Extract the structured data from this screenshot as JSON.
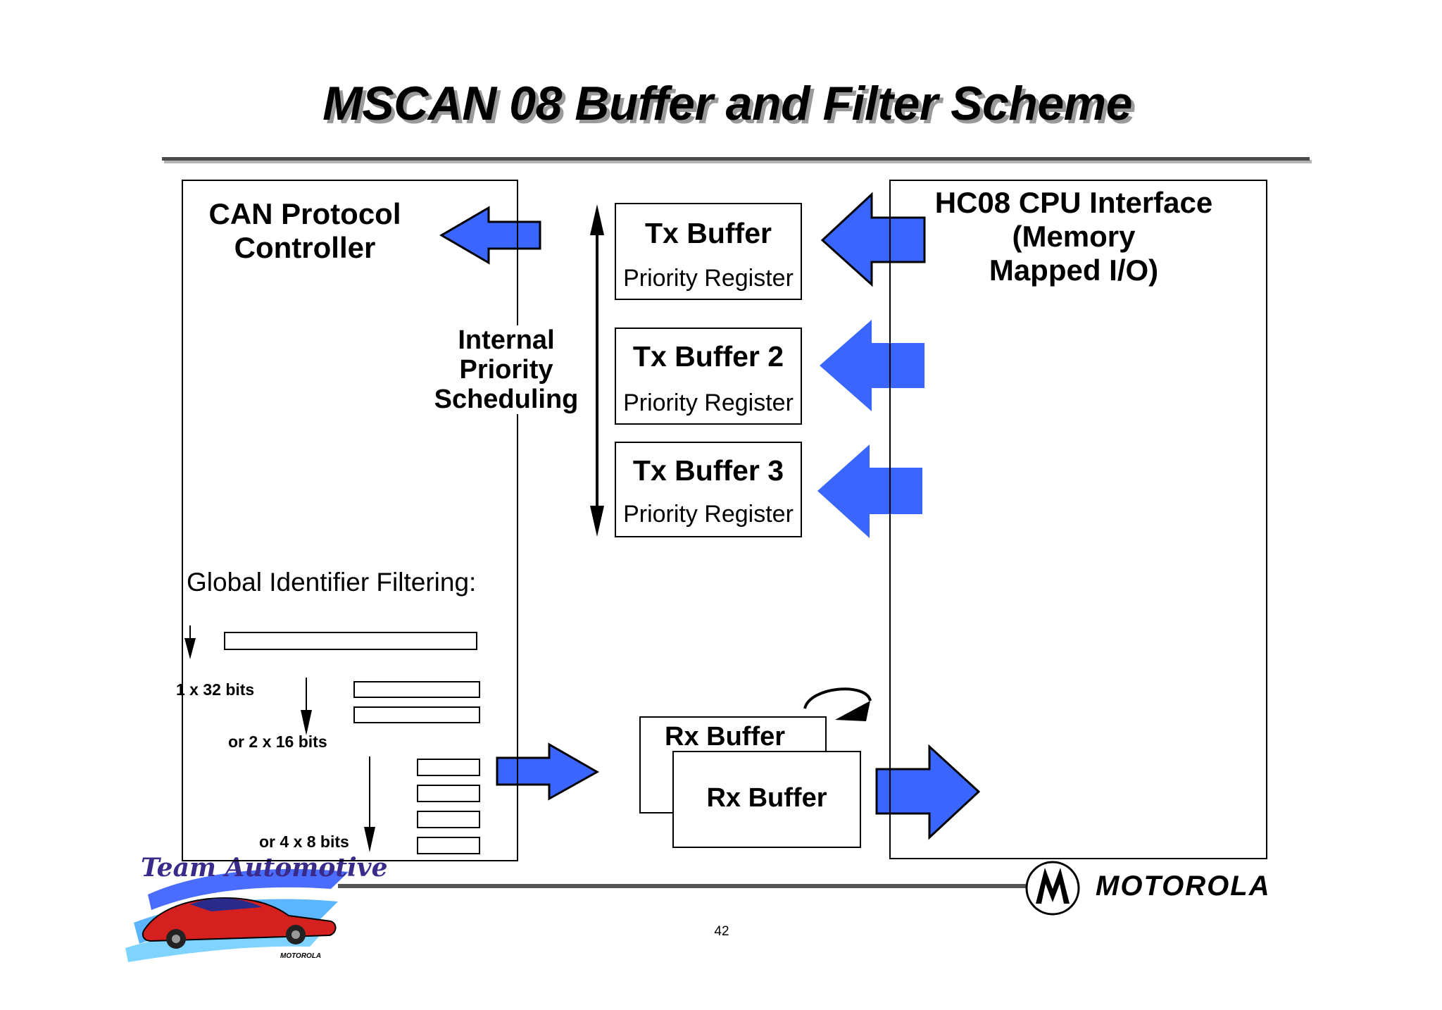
{
  "slide": {
    "title": "MSCAN 08 Buffer and Filter Scheme",
    "page_number": "42"
  },
  "can_controller": {
    "title_line1": "CAN Protocol",
    "title_line2": "Controller",
    "filter_heading": "Global Identifier Filtering:",
    "filter_modes": [
      "1 x 32 bits",
      "or  2 x 16  bits",
      "or  4 x 8  bits"
    ]
  },
  "scheduling": {
    "line1": "Internal",
    "line2": "Priority",
    "line3": "Scheduling"
  },
  "tx_buffers": [
    {
      "name": "Tx Buffer",
      "register": "Priority Register"
    },
    {
      "name": "Tx Buffer 2",
      "register": "Priority Register"
    },
    {
      "name": "Tx Buffer 3",
      "register": "Priority Register"
    }
  ],
  "rx_buffers": [
    "Rx Buffer",
    "Rx Buffer"
  ],
  "cpu_interface": {
    "line1": "HC08 CPU Interface",
    "line2": "(Memory",
    "line3": "Mapped I/O)"
  },
  "branding": {
    "company": "MOTOROLA",
    "team_logo_text": "Team Automotive",
    "team_logo_sub": "MOTOROLA"
  },
  "colors": {
    "arrow_fill": "#3a66ff",
    "arrow_stroke": "#000000",
    "rule": "#555555"
  }
}
